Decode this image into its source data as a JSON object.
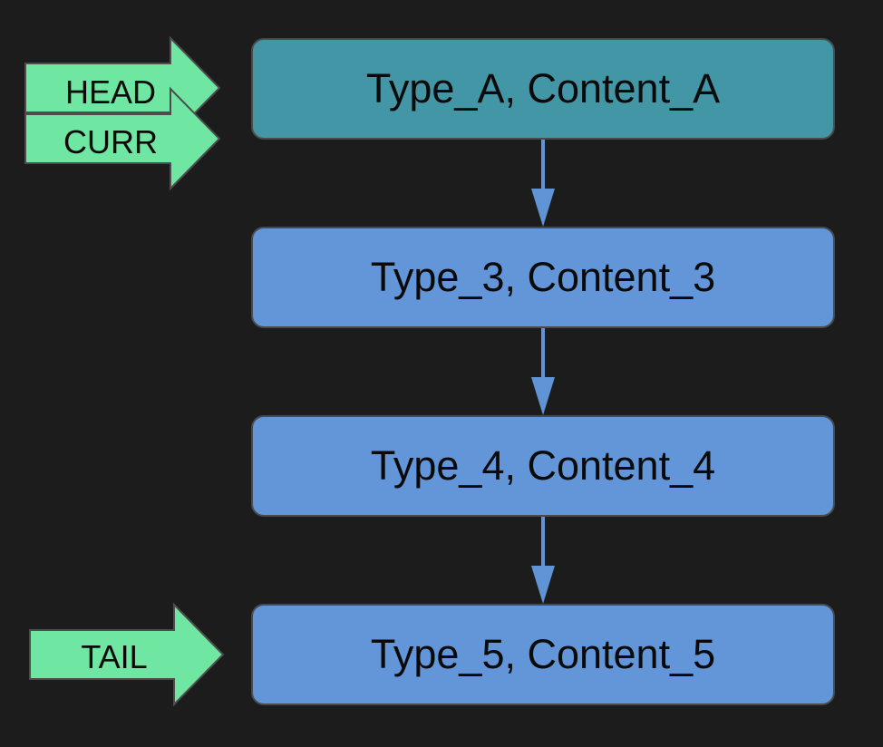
{
  "colors": {
    "background": "#1c1c1c",
    "head_node_fill": "#4396a6",
    "node_fill": "#6296d8",
    "edge": "#5f95d6",
    "pointer_fill": "#6fe6a1",
    "pointer_stroke": "#4d4d4d"
  },
  "nodes": [
    {
      "label": "Type_A, Content_A"
    },
    {
      "label": "Type_3, Content_3"
    },
    {
      "label": "Type_4, Content_4"
    },
    {
      "label": "Type_5, Content_5"
    }
  ],
  "pointers": {
    "head": "HEAD",
    "curr": "CURR",
    "tail": "TAIL"
  }
}
